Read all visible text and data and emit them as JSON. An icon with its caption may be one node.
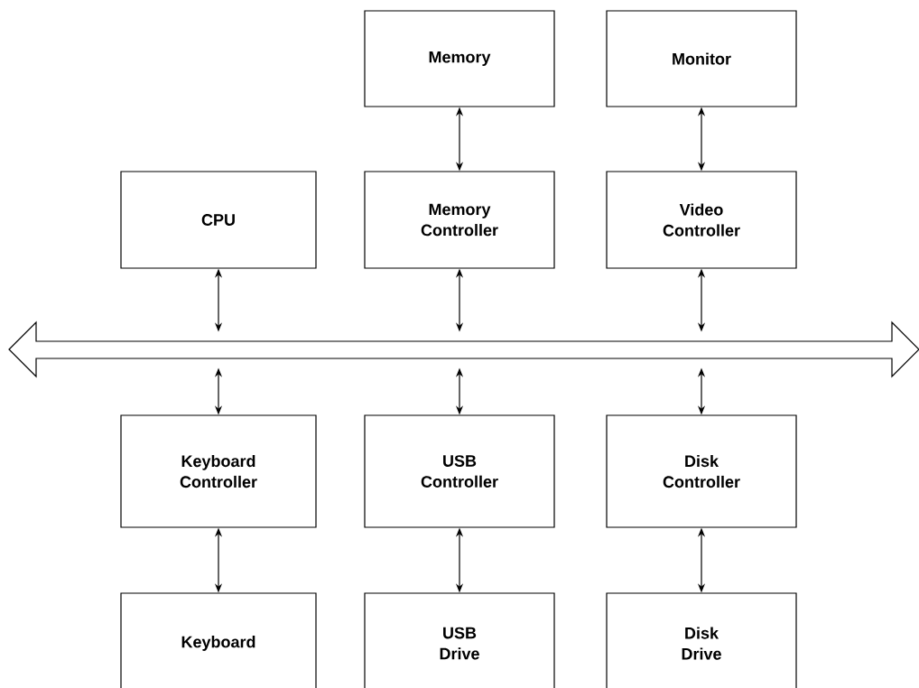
{
  "diagram": {
    "nodes": [
      {
        "text": [
          "Memory"
        ]
      },
      {
        "text": [
          "Monitor"
        ]
      },
      {
        "text": [
          "CPU"
        ]
      },
      {
        "text": [
          "Memory Controller"
        ]
      },
      {
        "text": [
          "Video Controller"
        ]
      },
      {
        "text": [],
        "shape": "bar"
      },
      {
        "text": [
          "Keyboard Controller"
        ]
      },
      {
        "text": [
          "USB Controller"
        ]
      },
      {
        "text": [
          "Disk Controller"
        ]
      },
      {
        "text": [
          "Keyboard"
        ]
      },
      {
        "text": [
          "USB Drive"
        ]
      },
      {
        "text": [
          "Disk Drive"
        ]
      }
    ],
    "edges": [
      {
        "from": 0,
        "to": 3,
        "arrow": "both"
      },
      {
        "from": 1,
        "to": 4,
        "arrow": "both"
      },
      {
        "from": 2,
        "to": 5,
        "arrow": "both"
      },
      {
        "from": 3,
        "to": 5,
        "arrow": "both"
      },
      {
        "from": 4,
        "to": 5,
        "arrow": "both"
      },
      {
        "from": 5,
        "to": 6,
        "arrow": "both"
      },
      {
        "from": 5,
        "to": 7,
        "arrow": "both"
      },
      {
        "from": 5,
        "to": 8,
        "arrow": "both"
      },
      {
        "from": 6,
        "to": 9,
        "arrow": "both"
      },
      {
        "from": 7,
        "to": 10,
        "arrow": "both"
      },
      {
        "from": 8,
        "to": 11,
        "arrow": "both"
      }
    ]
  }
}
